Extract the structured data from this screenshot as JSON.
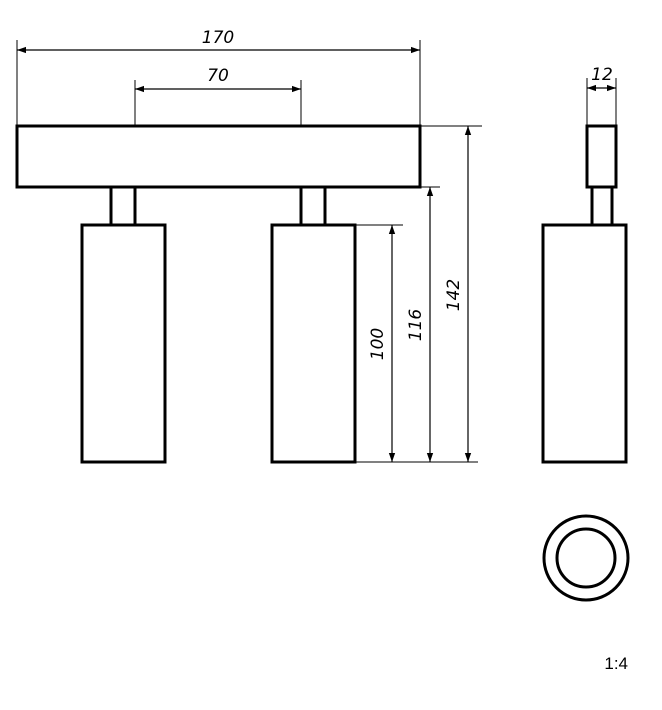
{
  "dimensions": {
    "total_width": "170",
    "spacing": "70",
    "body_height": "100",
    "body_plus_stem": "116",
    "total_height": "142",
    "rail_thickness": "12"
  },
  "scale_label": "1:4",
  "colors": {
    "line": "#000000",
    "background": "#ffffff"
  }
}
